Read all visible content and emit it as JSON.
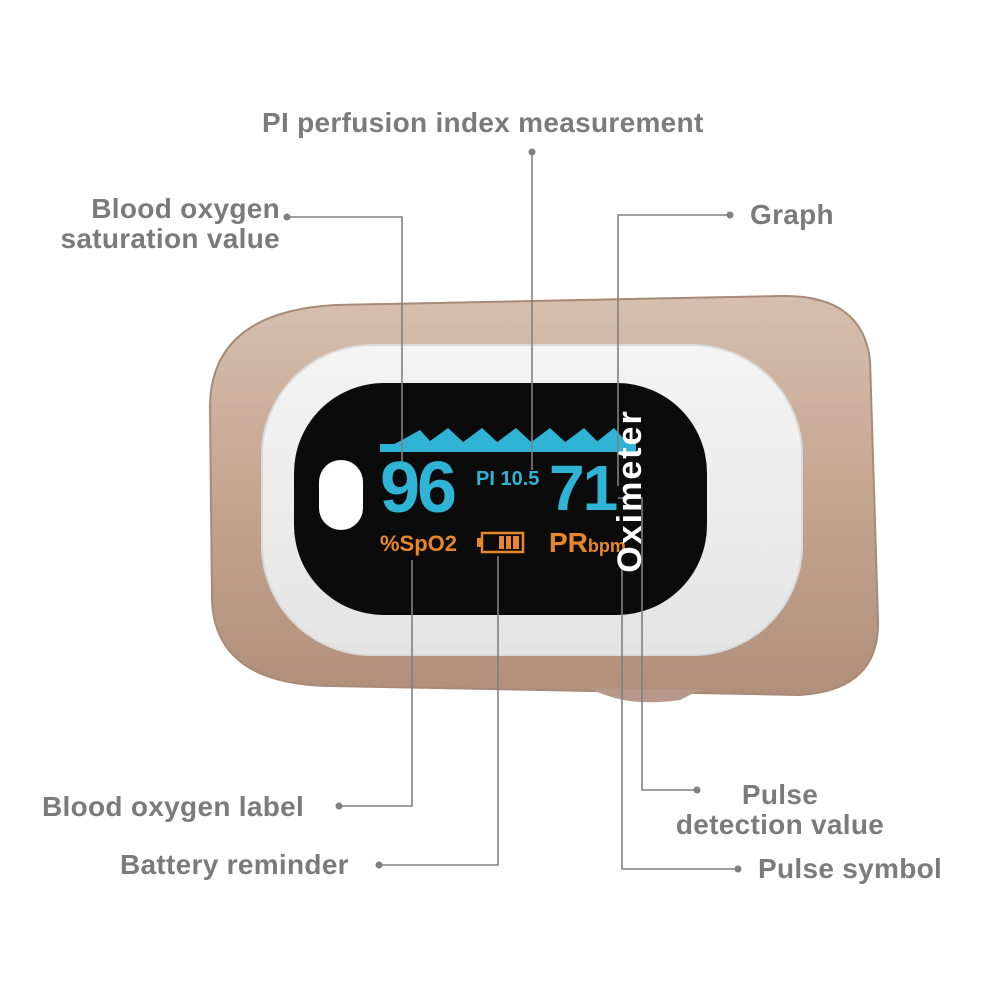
{
  "colors": {
    "accent_blue": "#2fb4d6",
    "accent_orange": "#e8872a",
    "case_color": "#c4a590",
    "screen_color": "#0b0b0b",
    "label_color": "#7b7b7b"
  },
  "callouts": {
    "pi": "PI perfusion index measurement",
    "spo2_value": [
      "Blood oxygen",
      "saturation value"
    ],
    "graph": "Graph",
    "spo2_label": "Blood oxygen label",
    "battery": "Battery reminder",
    "pulse_value": [
      "Pulse",
      "detection value"
    ],
    "pulse_symbol": "Pulse symbol"
  },
  "device": {
    "brand": "Oximeter",
    "spo2_value": "96",
    "spo2_label": "%SpO2",
    "pi_text": "PI 10.5",
    "pr_value": "71",
    "pr_label": "PR",
    "pr_unit": "bpm",
    "battery_icon": "battery-icon",
    "graph_icon": "pulse-waveform-graph"
  }
}
